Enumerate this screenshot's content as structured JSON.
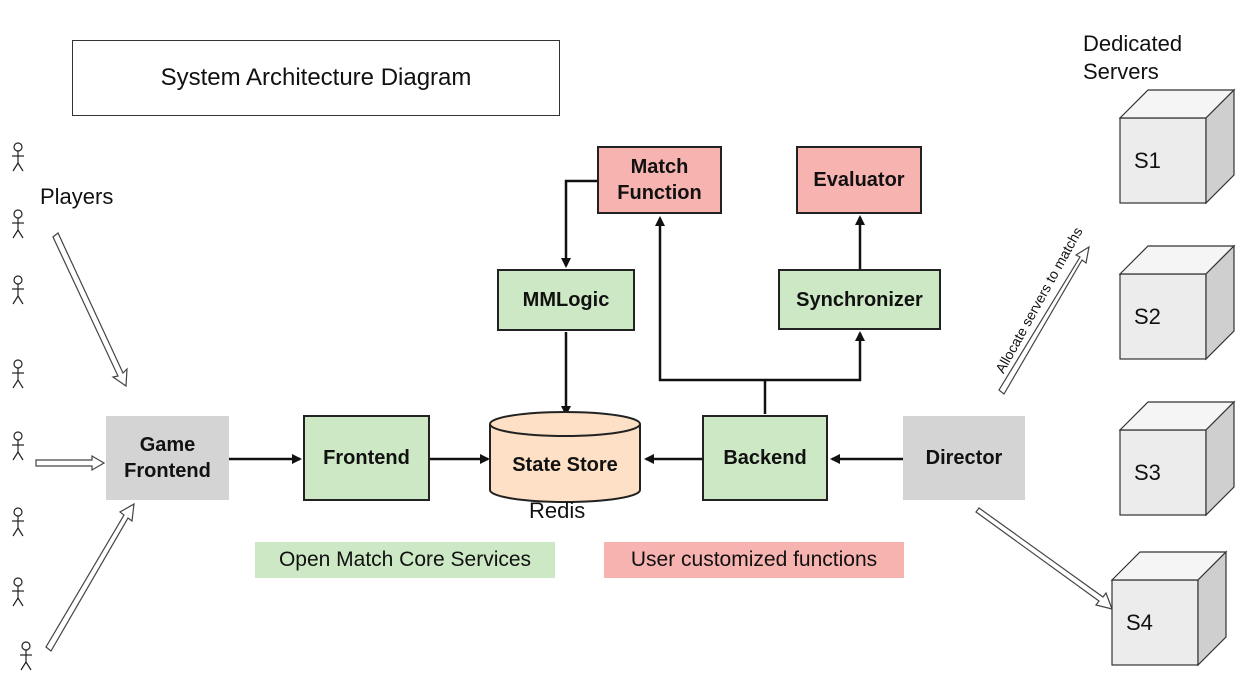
{
  "title": "System Architecture Diagram",
  "players_label": "Players",
  "dedicated_servers_label_line1": "Dedicated",
  "dedicated_servers_label_line2": "Servers",
  "nodes": {
    "game_frontend_line1": "Game",
    "game_frontend_line2": "Frontend",
    "frontend": "Frontend",
    "state_store": "State Store",
    "redis": "Redis",
    "backend": "Backend",
    "director": "Director",
    "mmlogic": "MMLogic",
    "match_function_line1": "Match",
    "match_function_line2": "Function",
    "synchronizer": "Synchronizer",
    "evaluator": "Evaluator"
  },
  "legend": {
    "core": "Open Match Core Services",
    "custom": "User customized functions"
  },
  "servers": [
    "S1",
    "S2",
    "S3",
    "S4"
  ],
  "allocate_label": "Allocate servers to matchs",
  "colors": {
    "core": "#cde8c4",
    "custom": "#f7b3b0",
    "grey": "#d4d4d4",
    "store": "#fde0c5"
  }
}
